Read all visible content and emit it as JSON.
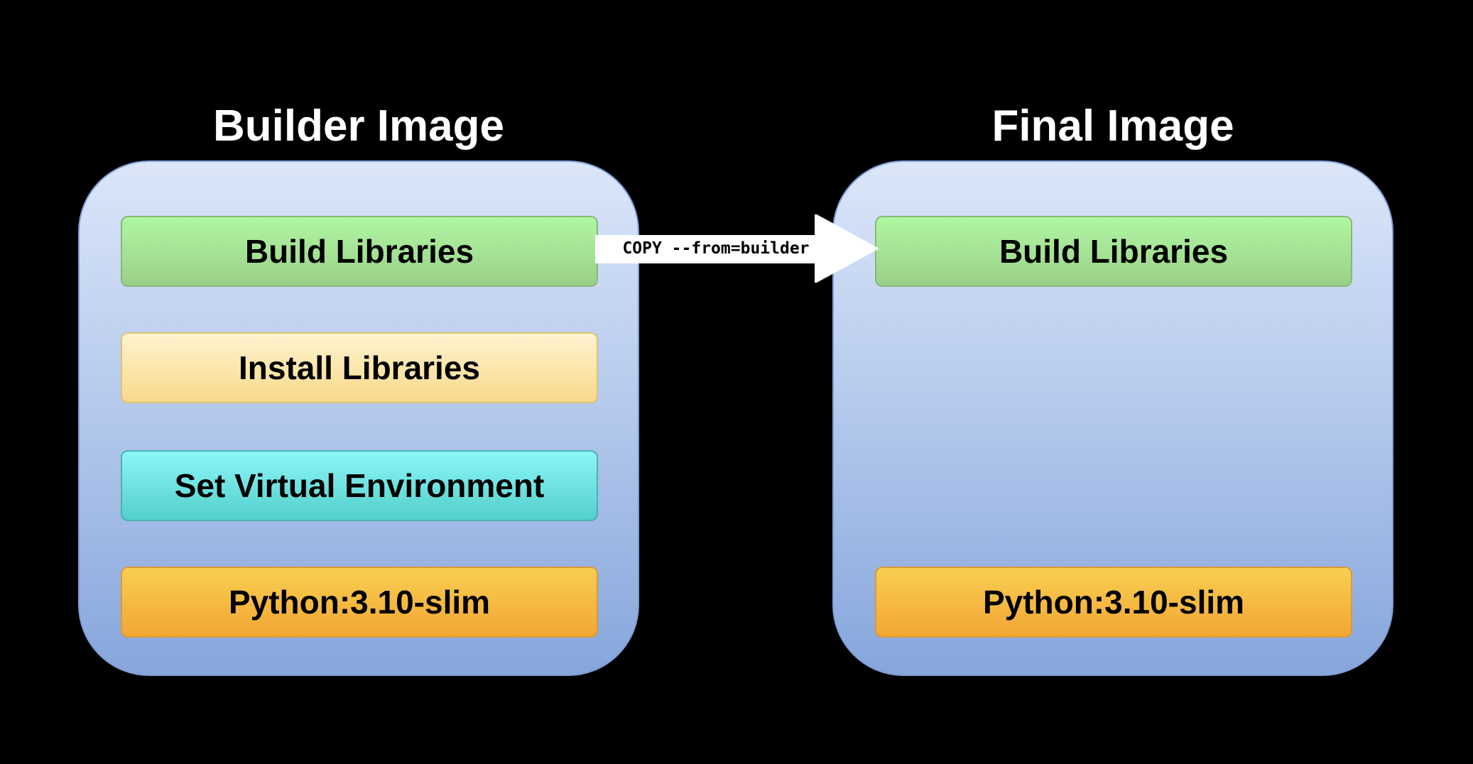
{
  "builder": {
    "title": "Builder Image",
    "layers": [
      {
        "label": "Build Libraries",
        "color": "#a6e596"
      },
      {
        "label": "Install Libraries",
        "color": "#fbe7a8"
      },
      {
        "label": "Set Virtual Environment",
        "color": "#6fe4e4"
      },
      {
        "label": "Python:3.10-slim",
        "color": "#f4b941"
      }
    ]
  },
  "final": {
    "title": "Final Image",
    "layers": [
      {
        "label": "Build Libraries",
        "color": "#a6e596"
      },
      {
        "label": "Python:3.10-slim",
        "color": "#f4b941"
      }
    ]
  },
  "arrow": {
    "label": "COPY --from=builder"
  }
}
